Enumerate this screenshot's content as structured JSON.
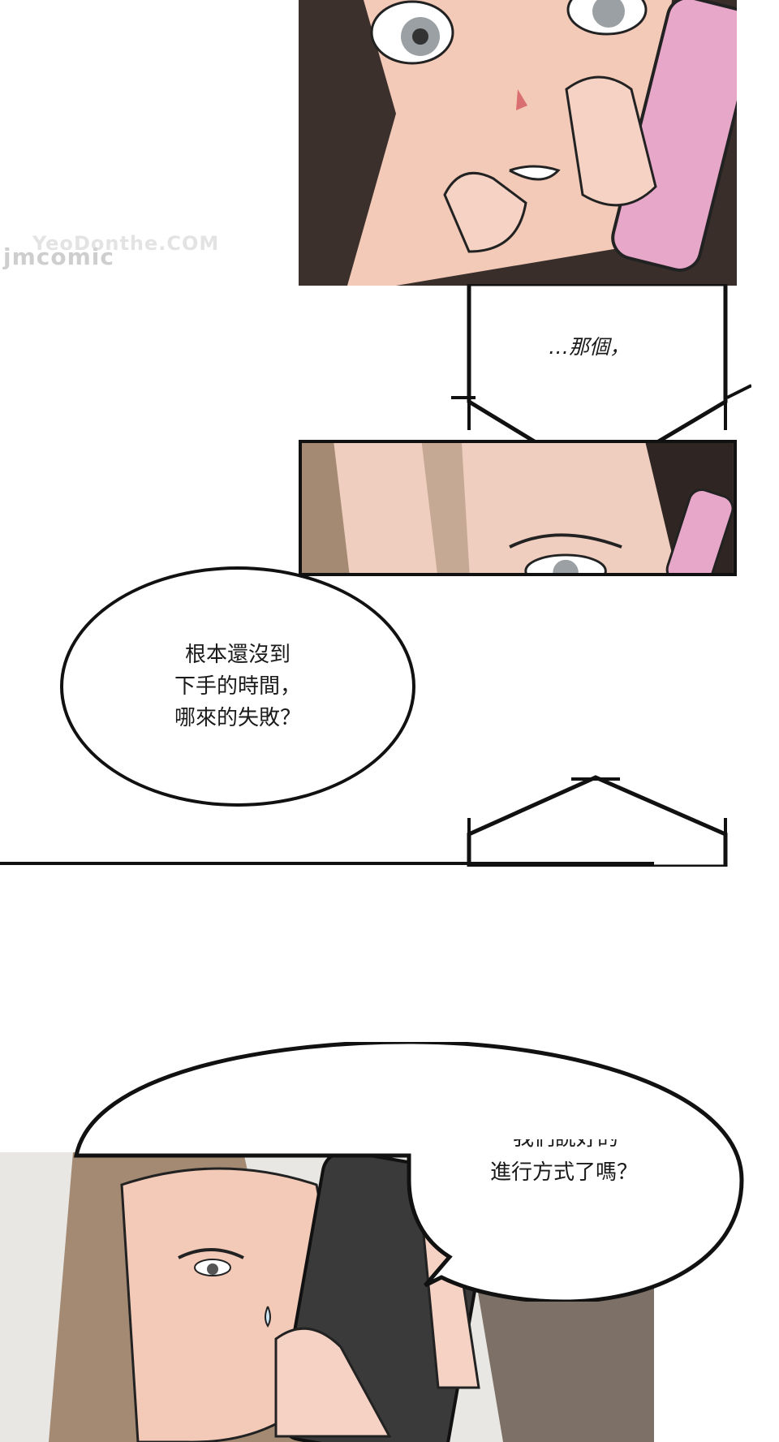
{
  "watermark": {
    "primary": "jmcomic",
    "secondary": "YeoDonthe.COM"
  },
  "dialogue": {
    "hexagon_1": "…那個，",
    "round_1": "根本還沒到\n下手的時間，\n哪來的失敗？",
    "round_2_visible": "進行方式了嗎？"
  },
  "colors": {
    "ink": "#111111",
    "skin": "#f3c9b8",
    "hair_dark": "#3a2e2a",
    "hair_light": "#a48a72",
    "phone_pink": "#e6a7c9",
    "phone_dark": "#3a3a3a"
  },
  "icons": [
    "hexagon-speech-bubble",
    "round-speech-bubble"
  ]
}
